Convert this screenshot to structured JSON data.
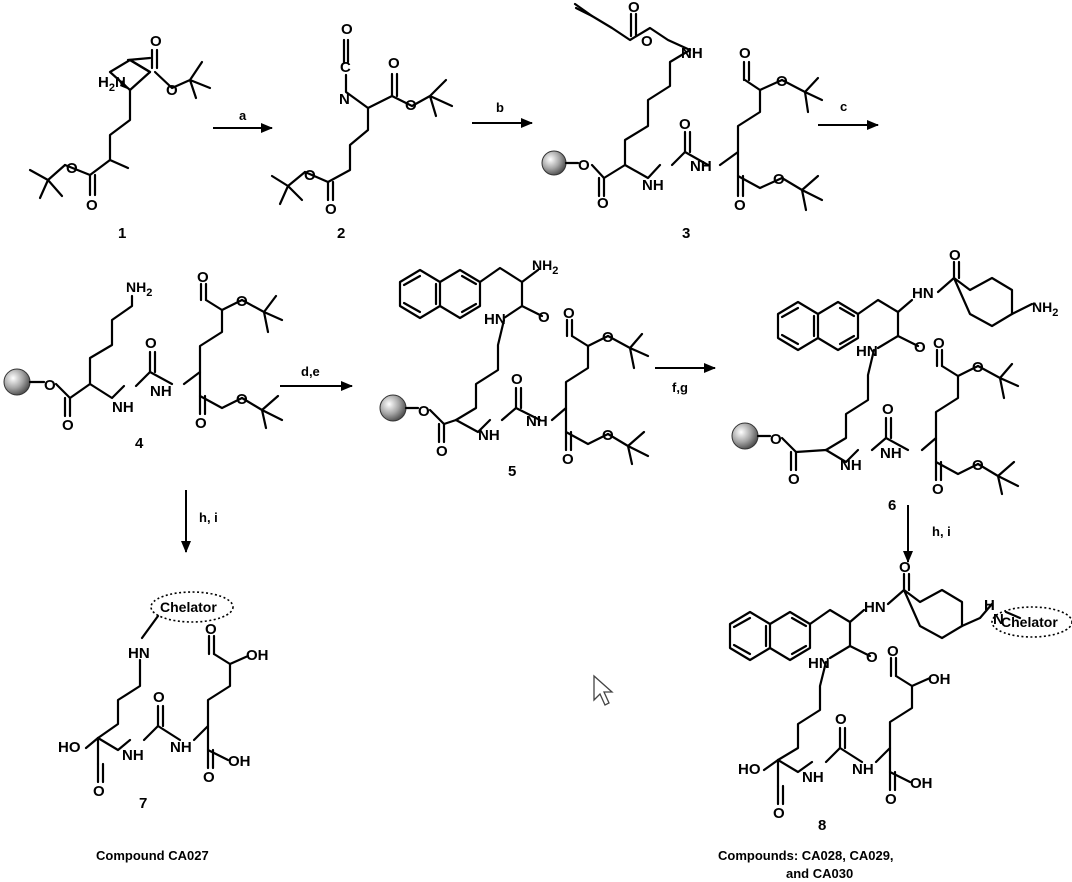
{
  "compound_labels": [
    "1",
    "2",
    "3",
    "4",
    "5",
    "6",
    "7",
    "8"
  ],
  "step_labels": [
    "a",
    "b",
    "c",
    "d,e",
    "f,g",
    "h, i",
    "h, i"
  ],
  "chelator_label": "Chelator",
  "captions": {
    "compound_7": "Compound CA027",
    "compound_8_line1": "Compounds: CA028, CA029,",
    "compound_8_line2": "and CA030"
  },
  "atom_labels": {
    "amino": "H2N",
    "isocyanate_n": "N",
    "isocyanate_c": "C",
    "oxygen": "O",
    "nh": "NH",
    "hn": "HN",
    "n_h": "N",
    "nh2": "NH2",
    "ho": "HO",
    "oh": "OH"
  },
  "colors": {
    "ink": "#000000",
    "resin_bead": "#8a8a8a"
  },
  "cursor": "arrow-cursor-icon"
}
